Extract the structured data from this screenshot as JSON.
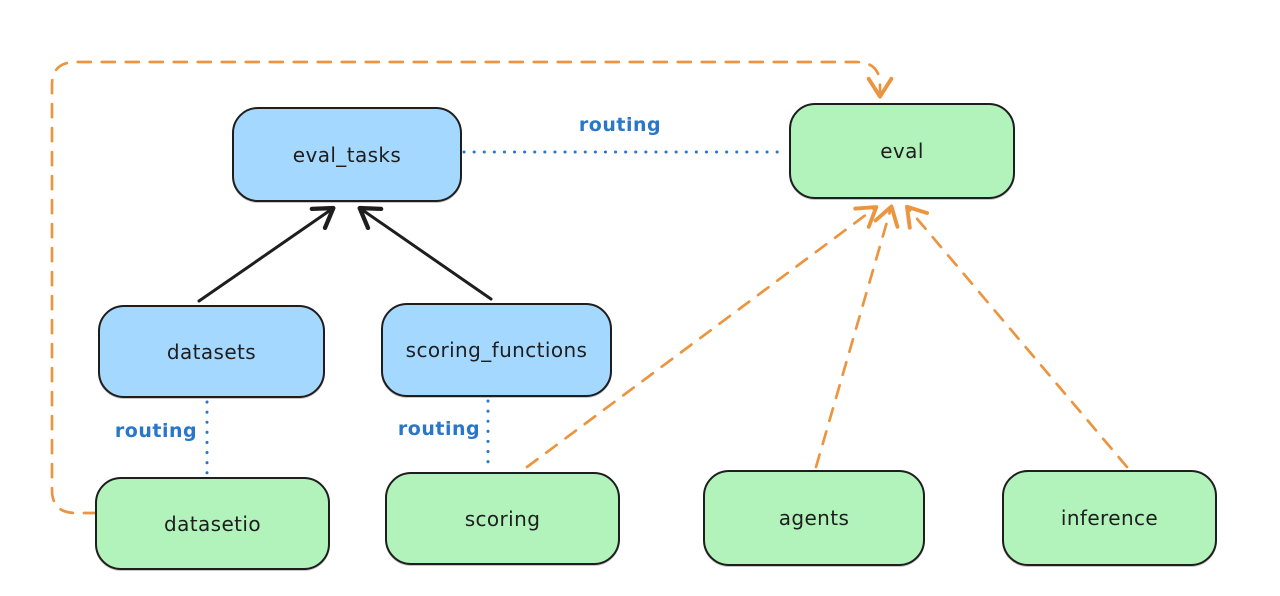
{
  "diagram": {
    "background": "#ffffff",
    "colors": {
      "blue_node_fill": "#a5d8ff",
      "green_node_fill": "#b2f2bb",
      "node_stroke": "#1e1e1e",
      "routing_label_blue": "#2a76c9",
      "orange_dashed": "#ec9540",
      "black_arrow": "#1e1e1e"
    },
    "nodes": [
      {
        "id": "eval_tasks",
        "label": "eval_tasks",
        "fill": "#a5d8ff"
      },
      {
        "id": "eval",
        "label": "eval",
        "fill": "#b2f2bb"
      },
      {
        "id": "datasets",
        "label": "datasets",
        "fill": "#a5d8ff"
      },
      {
        "id": "scoring_functions",
        "label": "scoring_functions",
        "fill": "#a5d8ff"
      },
      {
        "id": "datasetio",
        "label": "datasetio",
        "fill": "#b2f2bb"
      },
      {
        "id": "scoring",
        "label": "scoring",
        "fill": "#b2f2bb"
      },
      {
        "id": "agents",
        "label": "agents",
        "fill": "#b2f2bb"
      },
      {
        "id": "inference",
        "label": "inference",
        "fill": "#b2f2bb"
      }
    ],
    "edge_labels": {
      "eval_tasks_to_eval": "routing",
      "datasets_to_datasetio": "routing",
      "scoring_functions_to_scoring": "routing"
    },
    "edges": [
      {
        "from": "datasets",
        "to": "eval_tasks",
        "style": "solid",
        "color": "#1e1e1e",
        "arrow": true
      },
      {
        "from": "scoring_functions",
        "to": "eval_tasks",
        "style": "solid",
        "color": "#1e1e1e",
        "arrow": true
      },
      {
        "from": "eval_tasks",
        "to": "eval",
        "style": "dotted",
        "color": "#2a76c9",
        "arrow": false,
        "label": "routing"
      },
      {
        "from": "datasets",
        "to": "datasetio",
        "style": "dotted",
        "color": "#2a76c9",
        "arrow": false,
        "label": "routing"
      },
      {
        "from": "scoring_functions",
        "to": "scoring",
        "style": "dotted",
        "color": "#2a76c9",
        "arrow": false,
        "label": "routing"
      },
      {
        "from": "datasetio",
        "to": "eval",
        "style": "dashed",
        "color": "#ec9540",
        "arrow": true
      },
      {
        "from": "scoring",
        "to": "eval",
        "style": "dashed",
        "color": "#ec9540",
        "arrow": true
      },
      {
        "from": "agents",
        "to": "eval",
        "style": "dashed",
        "color": "#ec9540",
        "arrow": true
      },
      {
        "from": "inference",
        "to": "eval",
        "style": "dashed",
        "color": "#ec9540",
        "arrow": true
      }
    ]
  }
}
